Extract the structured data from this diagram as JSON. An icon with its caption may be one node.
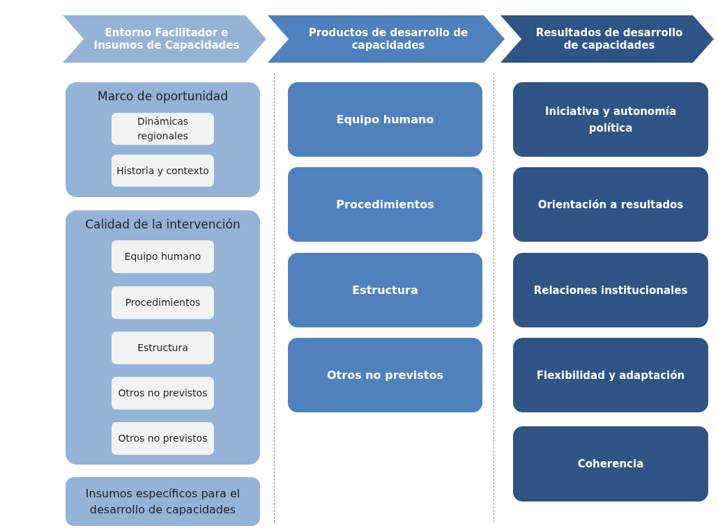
{
  "diagram": {
    "nodes": [
      {
        "text": [
          "Entorno Facilitador e Insumos de Capacidades"
        ]
      },
      {
        "text": [
          "Productos de desarrollo de capacidades"
        ]
      },
      {
        "text": [
          "Resultados de desarrollo de capacidades"
        ]
      },
      {
        "text": [
          "Marco de oportunidad"
        ]
      },
      {
        "text": [
          "Dinámicas regionales"
        ],
        "in": 3
      },
      {
        "text": [
          "Historia y contexto"
        ],
        "in": 3
      },
      {
        "text": [
          "Calidad de la intervención"
        ]
      },
      {
        "text": [
          "Equipo humano"
        ],
        "in": 6
      },
      {
        "text": [
          "Procedimientos"
        ],
        "in": 6
      },
      {
        "text": [
          "Estructura"
        ],
        "in": 6
      },
      {
        "text": [
          "Otros no previstos"
        ],
        "in": 6
      },
      {
        "text": [
          "Otros no previstos"
        ],
        "in": 6
      },
      {
        "text": [
          "Insumos específicos para el desarrollo de capacidades"
        ]
      },
      {
        "text": [
          "Equipo humano"
        ]
      },
      {
        "text": [
          "Procedimientos"
        ]
      },
      {
        "text": [
          "Estructura"
        ]
      },
      {
        "text": [
          "Otros no previstos"
        ]
      },
      {
        "text": [
          "Iniciativa y autonomía política"
        ]
      },
      {
        "text": [
          "Orientación a resultados"
        ]
      },
      {
        "text": [
          "Relaciones institucionales"
        ]
      },
      {
        "text": [
          "Flexibilidad y adaptación"
        ]
      },
      {
        "text": [
          "Coherencia"
        ]
      }
    ]
  }
}
